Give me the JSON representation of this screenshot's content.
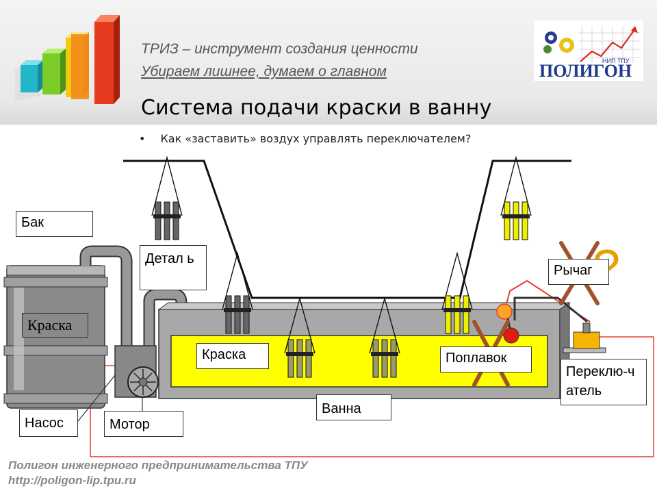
{
  "header": {
    "subtitle_line1": "ТРИЗ – инструмент создания ценности",
    "subtitle_line2": "Убираем лишнее, думаем о главном",
    "logo_text": "ПОЛИГОН",
    "logo_subtext": "НИП ТПУ"
  },
  "title": "Система подачи краски в ванну",
  "bullet": "Как «заставить» воздух управлять переключателем?",
  "labels": {
    "tank": "Бак",
    "paint_tank": "Краска",
    "part": "Детал ь",
    "paint_bath": "Краска",
    "float": "Поплавок",
    "lever": "Рычаг",
    "switch": "Переклю-чатель",
    "bath": "Ванна",
    "pump": "Насос",
    "motor": "Мотор",
    "question_mark": "?"
  },
  "footer": {
    "line1": "Полигон инженерного предпринимательства ТПУ",
    "line2": "http://poligon-lip.tpu.ru"
  },
  "colors": {
    "paint": "#ffff00",
    "crossed_out": "#a0522d",
    "question": "#e8a000",
    "red_line": "#e63c2a"
  }
}
